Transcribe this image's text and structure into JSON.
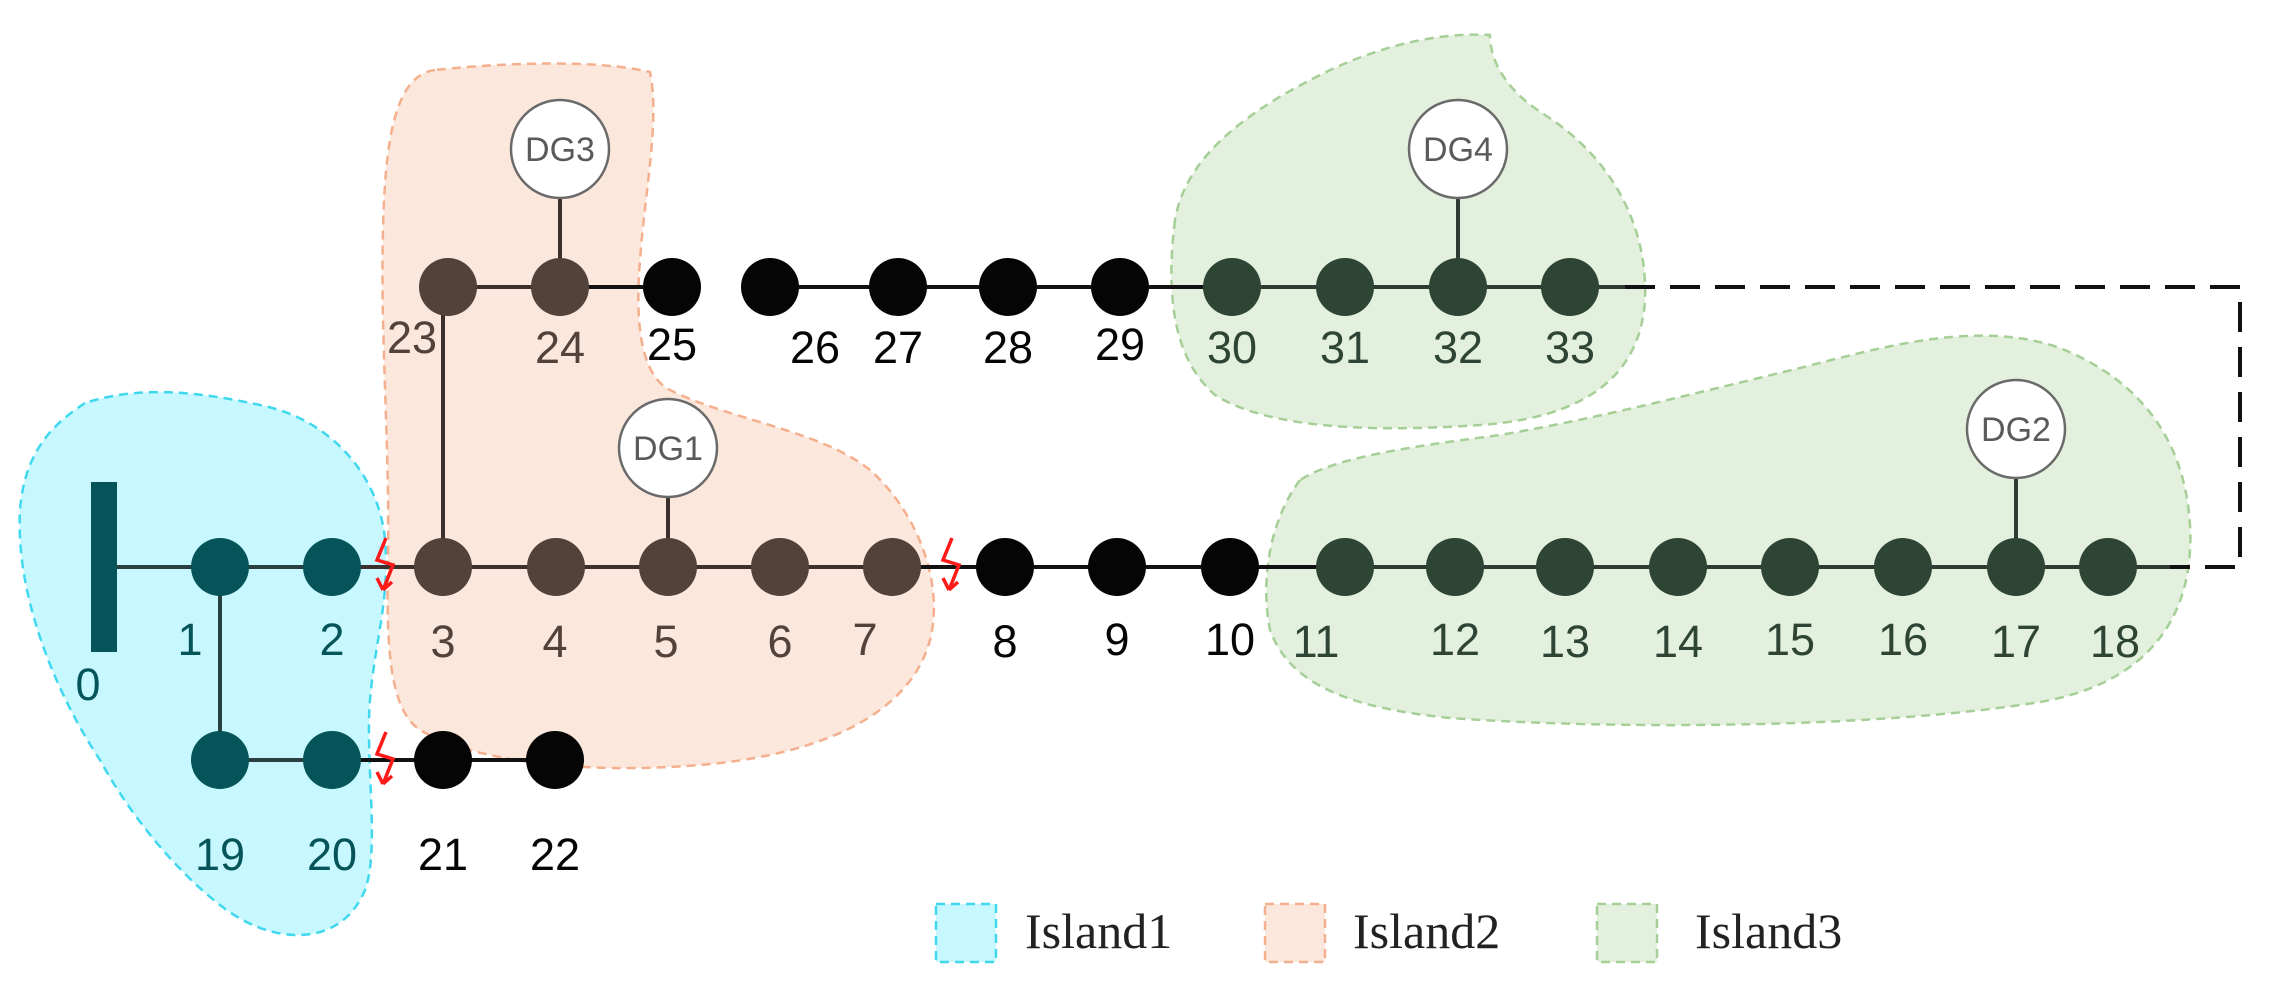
{
  "colors": {
    "island1_fill": "#c8f8ff",
    "island1_stroke": "#40d8ee",
    "island2_fill": "#fbe7db",
    "island2_stroke": "#f4b08e",
    "island3_fill": "#e3f0dd",
    "island3_stroke": "#a6cf98",
    "node_default": "#050505",
    "node_island1": "#05545a",
    "node_island2": "#52423a",
    "node_island3": "#2e4536",
    "fault": "#ff1a1a",
    "dg_stroke": "#6a6a6a"
  },
  "nodes": [
    {
      "id": "n1",
      "label": "1",
      "island": 1
    },
    {
      "id": "n2",
      "label": "2",
      "island": 1
    },
    {
      "id": "n3",
      "label": "3",
      "island": 2
    },
    {
      "id": "n4",
      "label": "4",
      "island": 2
    },
    {
      "id": "n5",
      "label": "5",
      "island": 2
    },
    {
      "id": "n6",
      "label": "6",
      "island": 2
    },
    {
      "id": "n7",
      "label": "7",
      "island": 2
    },
    {
      "id": "n8",
      "label": "8",
      "island": 0
    },
    {
      "id": "n9",
      "label": "9",
      "island": 0
    },
    {
      "id": "n10",
      "label": "10",
      "island": 0
    },
    {
      "id": "n11",
      "label": "11",
      "island": 3
    },
    {
      "id": "n12",
      "label": "12",
      "island": 3
    },
    {
      "id": "n13",
      "label": "13",
      "island": 3
    },
    {
      "id": "n14",
      "label": "14",
      "island": 3
    },
    {
      "id": "n15",
      "label": "15",
      "island": 3
    },
    {
      "id": "n16",
      "label": "16",
      "island": 3
    },
    {
      "id": "n17",
      "label": "17",
      "island": 3
    },
    {
      "id": "n18",
      "label": "18",
      "island": 3
    },
    {
      "id": "n19",
      "label": "19",
      "island": 1
    },
    {
      "id": "n20",
      "label": "20",
      "island": 1
    },
    {
      "id": "n21",
      "label": "21",
      "island": 0
    },
    {
      "id": "n22",
      "label": "22",
      "island": 0
    },
    {
      "id": "n23",
      "label": "23",
      "island": 2
    },
    {
      "id": "n24",
      "label": "24",
      "island": 2
    },
    {
      "id": "n25",
      "label": "25",
      "island": 0
    },
    {
      "id": "n26",
      "label": "26",
      "island": 0
    },
    {
      "id": "n27",
      "label": "27",
      "island": 0
    },
    {
      "id": "n28",
      "label": "28",
      "island": 0
    },
    {
      "id": "n29",
      "label": "29",
      "island": 0
    },
    {
      "id": "n30",
      "label": "30",
      "island": 3
    },
    {
      "id": "n31",
      "label": "31",
      "island": 3
    },
    {
      "id": "n32",
      "label": "32",
      "island": 3
    },
    {
      "id": "n33",
      "label": "33",
      "island": 3
    }
  ],
  "source_bus": {
    "label": "0"
  },
  "dg_units": [
    {
      "id": "dg1",
      "label": "DG1",
      "bus": "5"
    },
    {
      "id": "dg2",
      "label": "DG2",
      "bus": "17"
    },
    {
      "id": "dg3",
      "label": "DG3",
      "bus": "24"
    },
    {
      "id": "dg4",
      "label": "DG4",
      "bus": "32"
    }
  ],
  "legend": [
    {
      "label": "Island1",
      "island": 1
    },
    {
      "label": "Island2",
      "island": 2
    },
    {
      "label": "Island3",
      "island": 3
    }
  ]
}
